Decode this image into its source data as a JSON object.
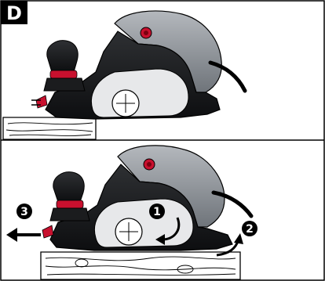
{
  "figure": {
    "step_label": "D",
    "callouts": [
      "1",
      "2",
      "3"
    ]
  },
  "colors": {
    "tool_body": "#17181a",
    "tool_grey": "#8c9196",
    "accent_red": "#c8102e",
    "outline": "#000000"
  }
}
